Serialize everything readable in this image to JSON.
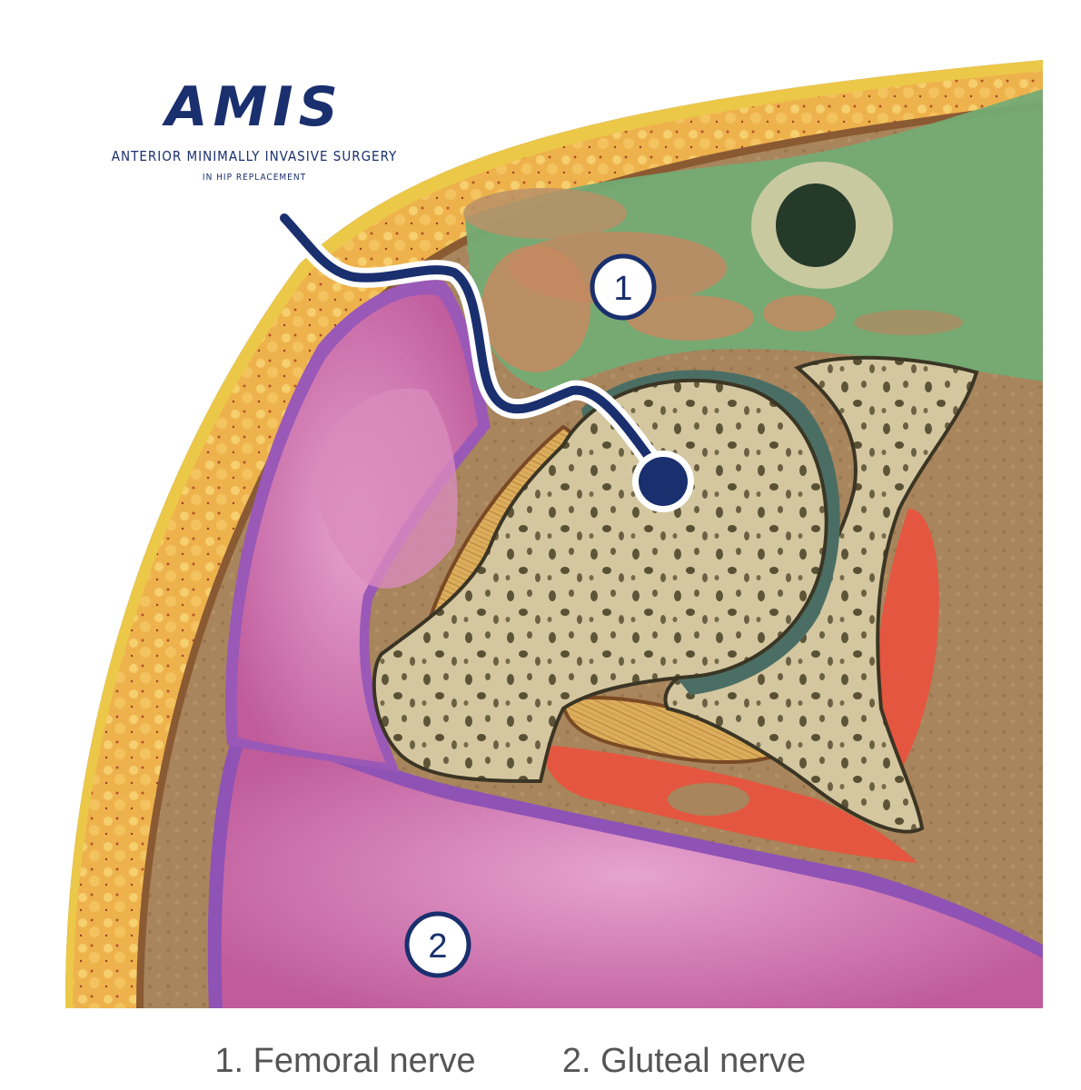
{
  "logo": {
    "mark": "AMIS",
    "subtitle_line1": "ANTERIOR MINIMALLY INVASIVE SURGERY",
    "subtitle_line2": "IN HIP REPLACEMENT"
  },
  "markers": [
    {
      "number": "1"
    },
    {
      "number": "2"
    }
  ],
  "captions": [
    "1. Femoral nerve",
    "2. Gluteal nerve"
  ],
  "colors": {
    "brand_navy": "#1a2f6e",
    "skin_outline": "#e7c23b",
    "fat_layer": "#e9a94a",
    "muscle_anterior": "#6fa870",
    "gluteal_muscle": "#c8679f",
    "bone": "#cfc19a",
    "background_tissue": "#a9855d",
    "red_muscle": "#e2553e"
  }
}
